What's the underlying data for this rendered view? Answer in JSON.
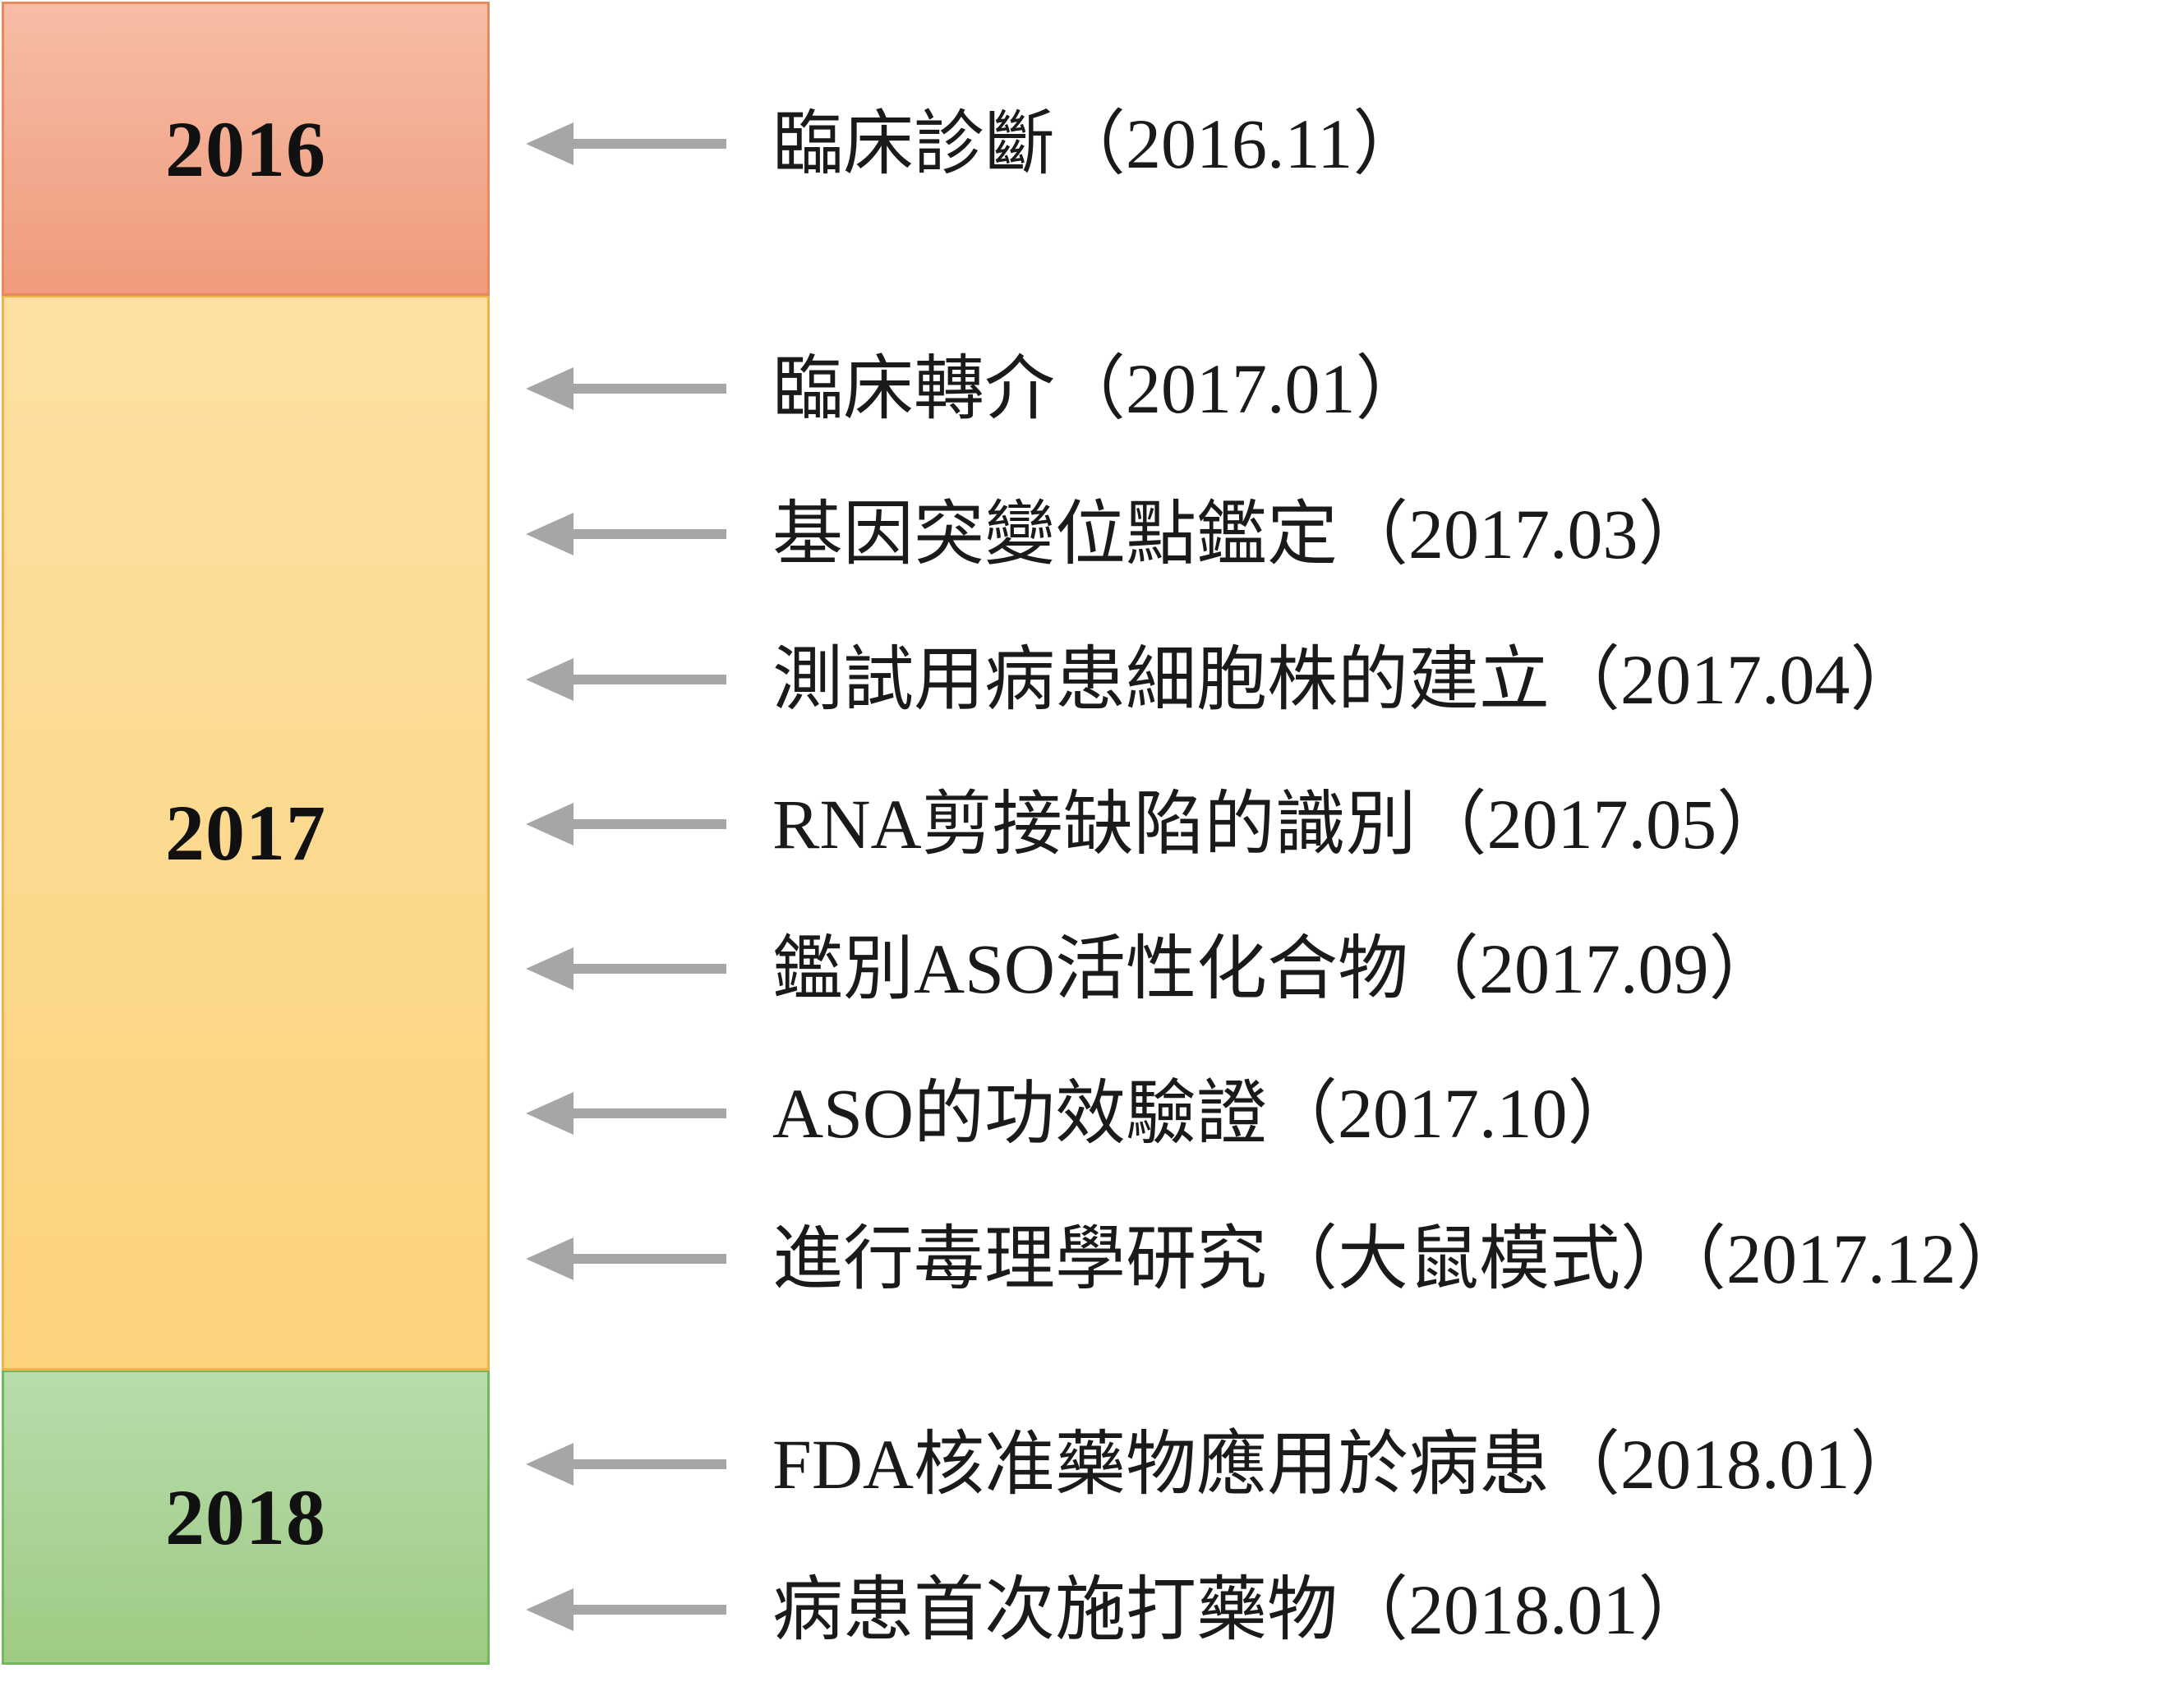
{
  "years": [
    {
      "label": "2016",
      "color": "#f09b7d"
    },
    {
      "label": "2017",
      "color": "#fcd37d"
    },
    {
      "label": "2018",
      "color": "#9fcb84"
    }
  ],
  "events": [
    {
      "text": "臨床診斷（2016.11）"
    },
    {
      "text": "臨床轉介（2017.01）"
    },
    {
      "text": "基因突變位點鑑定（2017.03）"
    },
    {
      "text": "測試用病患細胞株的建立（2017.04）"
    },
    {
      "text": "RNA剪接缺陷的識別（2017.05）"
    },
    {
      "text": "鑑別ASO活性化合物（2017.09）"
    },
    {
      "text": "ASO的功效驗證（2017.10）"
    },
    {
      "text": "進行毒理學研究（大鼠模式）（2017.12）"
    },
    {
      "text": "FDA核准藥物應用於病患（2018.01）"
    },
    {
      "text": "病患首次施打藥物（2018.01）"
    }
  ],
  "arrow_color": "#a6a6a6",
  "arrow_icon": "left-arrow-icon"
}
